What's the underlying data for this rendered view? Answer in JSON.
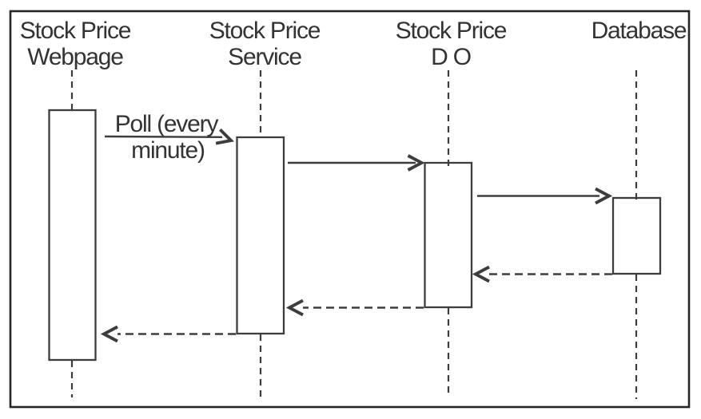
{
  "diagram_type": "uml-sequence-diagram",
  "actors": [
    {
      "id": "stock-price-webpage",
      "label_line1": "Stock Price",
      "label_line2": "Webpage"
    },
    {
      "id": "stock-price-service",
      "label_line1": "Stock Price",
      "label_line2": "Service"
    },
    {
      "id": "stock-price-dao",
      "label_line1": "Stock Price",
      "label_line2": "D O"
    },
    {
      "id": "database",
      "label_line1": "Database",
      "label_line2": ""
    }
  ],
  "messages": [
    {
      "from": "stock-price-webpage",
      "to": "stock-price-service",
      "label_line1": "Poll (every",
      "label_line2": "minute)",
      "line_style": "solid"
    },
    {
      "from": "stock-price-service",
      "to": "stock-price-dao",
      "label_line1": "",
      "label_line2": "",
      "line_style": "solid"
    },
    {
      "from": "stock-price-dao",
      "to": "database",
      "label_line1": "",
      "label_line2": "",
      "line_style": "solid"
    },
    {
      "from": "database",
      "to": "stock-price-dao",
      "label_line1": "",
      "label_line2": "",
      "line_style": "dashed"
    },
    {
      "from": "stock-price-dao",
      "to": "stock-price-service",
      "label_line1": "",
      "label_line2": "",
      "line_style": "dashed"
    },
    {
      "from": "stock-price-service",
      "to": "stock-price-webpage",
      "label_line1": "",
      "label_line2": "",
      "line_style": "dashed"
    }
  ],
  "colors": {
    "background": "#ffffff",
    "line": "#3d3d3d",
    "frame": "#262626",
    "text": "#333333"
  }
}
